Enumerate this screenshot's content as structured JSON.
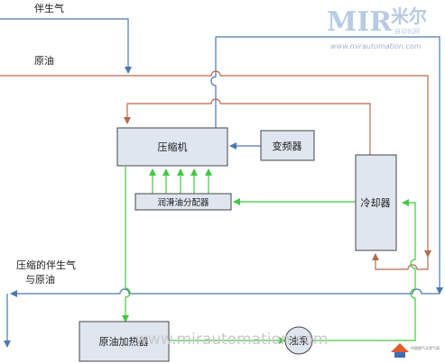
{
  "labels": {
    "associated_gas": "伴生气",
    "crude_oil": "原油",
    "compressor": "压缩机",
    "inverter": "变频器",
    "cooler": "冷却器",
    "lube_distributor": "润滑油分配器",
    "compressed_gas_line1": "压缩的伴生气",
    "compressed_gas_line2": "与原油",
    "crude_heater": "原油加热器",
    "oil_pump": "油泵"
  },
  "watermark": {
    "logo_latin": "MIR",
    "logo_chinese": "米尔",
    "logo_sub": "自动化网",
    "url": "www.mirautomation.com",
    "center_url": "www.mirautomation.com",
    "corner_badge": "中国燃气天然气网"
  },
  "colors": {
    "gas_line": "#4a78b0",
    "oil_line": "#b46a4c",
    "lube_line": "#43c843",
    "box_fill": "#dfe6f0",
    "box_stroke": "#444444"
  }
}
